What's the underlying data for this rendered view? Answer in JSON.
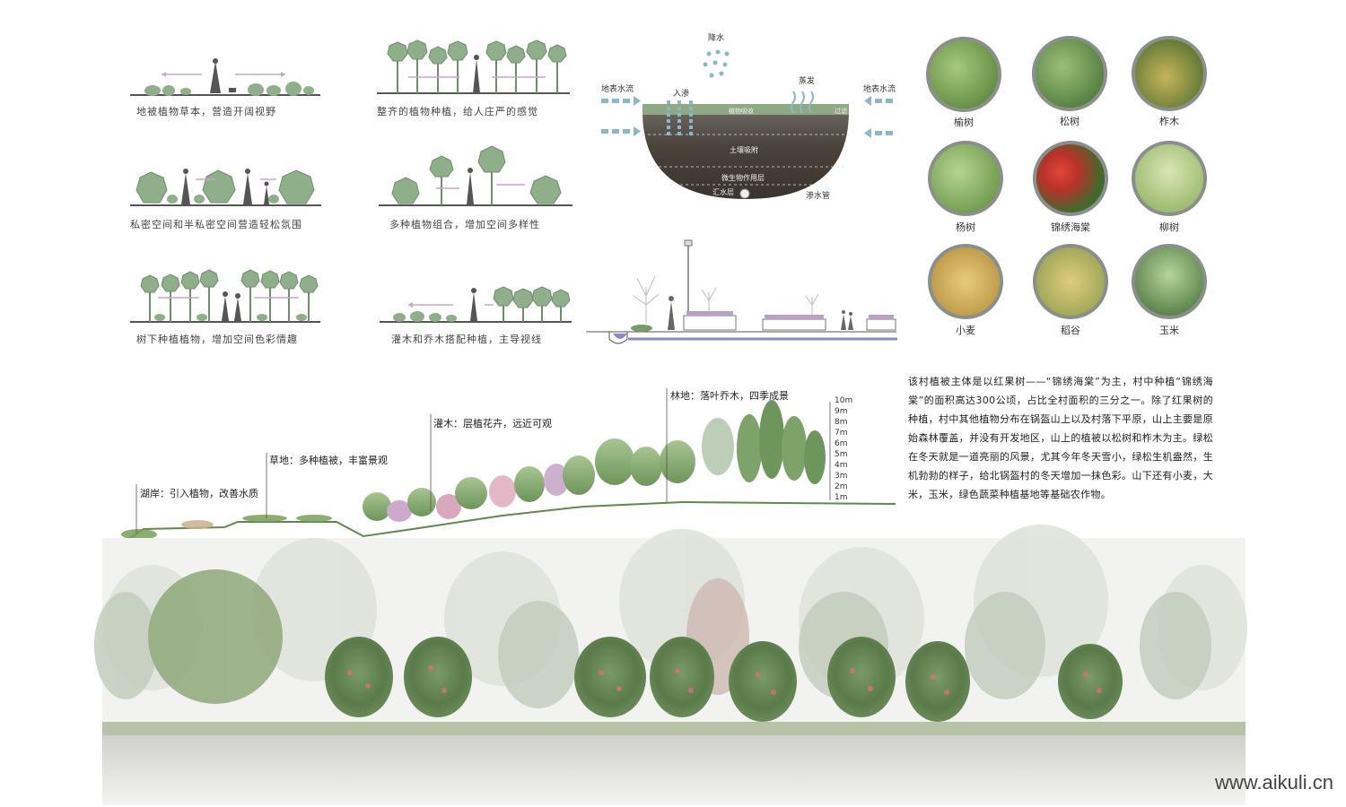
{
  "diagrams": [
    {
      "caption": "地被植物草本，营造开阔视野"
    },
    {
      "caption": "整齐的植物种植，给人庄严的感觉"
    },
    {
      "caption": "私密空间和半私密空间营造轻松氛围"
    },
    {
      "caption": "多种植物组合，增加空间多样性"
    },
    {
      "caption": "树下种植植物，增加空间色彩情趣"
    },
    {
      "caption": "灌木和乔木搭配种植，主导视线"
    }
  ],
  "water_diagram": {
    "rain": "降水",
    "runoff_left": "地表水流",
    "runoff_right": "地表水流",
    "infiltration": "入渗",
    "evaporation": "蒸发",
    "plant_absorb": "植物吸收",
    "filter": "过滤",
    "soil": "土壤吸附",
    "microbe": "微生物作用层",
    "catch": "汇水层",
    "pipe": "渗水管"
  },
  "plants": [
    {
      "name": "榆树",
      "color": "#6f9a4a"
    },
    {
      "name": "松树",
      "color": "#5e8a45"
    },
    {
      "name": "柞木",
      "color": "#6b8f3e"
    },
    {
      "name": "杨树",
      "color": "#7aa05a"
    },
    {
      "name": "锦绣海棠",
      "color": "#b8322a"
    },
    {
      "name": "柳树",
      "color": "#9ab870"
    },
    {
      "name": "小麦",
      "color": "#d2b060"
    },
    {
      "name": "稻谷",
      "color": "#c9b05a"
    },
    {
      "name": "玉米",
      "color": "#5d8a4c"
    }
  ],
  "section_labels": [
    {
      "text": "湖岸：引入植物，改善水质"
    },
    {
      "text": "草地：多种植被，丰富景观"
    },
    {
      "text": "灌木：层植花卉，远近可观"
    },
    {
      "text": "林地：落叶乔木，四季成景"
    }
  ],
  "height_scale": [
    "10m",
    "9m",
    "8m",
    "7m",
    "6m",
    "5m",
    "4m",
    "3m",
    "2m",
    "1m"
  ],
  "description": "该村植被主体是以红果树——“锦绣海棠”为主，村中种植“锦绣海棠”的面积高达300公顷，占比全村面积的三分之一。除了红果树的种植，村中其他植物分布在锅盔山上以及村落下平原，山上主要是原始森林覆盖，并没有开发地区，山上的植被以松树和柞木为主。绿松在冬天就是一道亮丽的风景，尤其今年冬天雪小，绿松生机盎然，生机勃勃的样子，给北锅盔村的冬天增加一抹色彩。山下还有小麦，大米，玉米，绿色蔬菜种植基地等基础农作物。",
  "watermark": "www.aikuli.cn",
  "colors": {
    "tree": "#8fae8a",
    "tree_dark": "#7a9a78",
    "arrow": "#c9a6c9",
    "figure": "#555555",
    "water_arrow": "#8ab8c4"
  }
}
